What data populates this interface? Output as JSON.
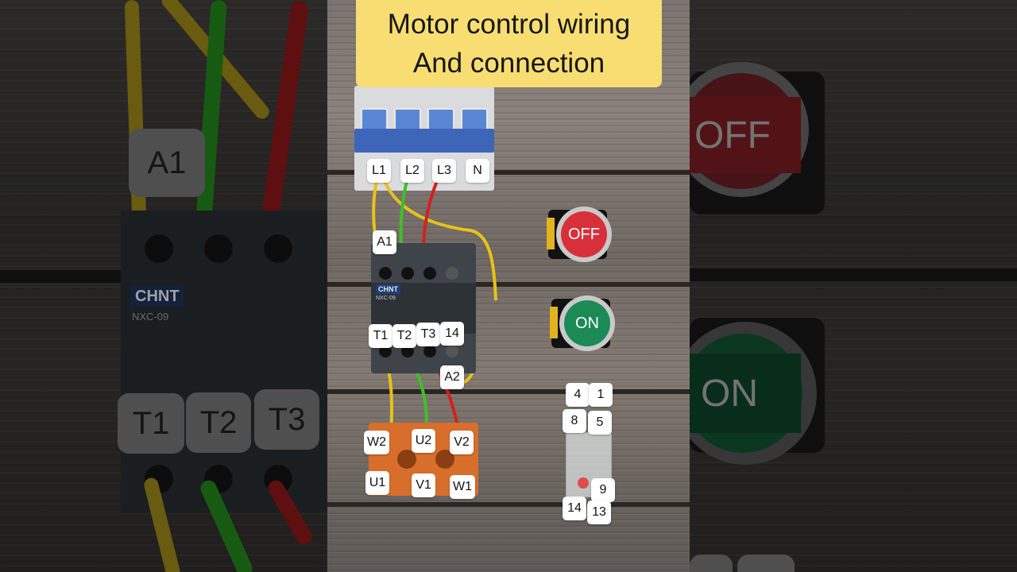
{
  "title": {
    "line1": "Motor control wiring",
    "line2": "And connection",
    "background_color": "#f7dd72"
  },
  "breaker_labels": [
    "L1",
    "L2",
    "L3",
    "N"
  ],
  "contactor": {
    "brand": "CHNT",
    "model": "NXC-09",
    "coil_labels": [
      "A1",
      "A2"
    ],
    "output_labels": [
      "T1",
      "T2",
      "T3",
      "14"
    ]
  },
  "motor_terminal_block": {
    "top_labels": [
      "W2",
      "U2",
      "V2"
    ],
    "bottom_labels": [
      "U1",
      "V1",
      "W1"
    ]
  },
  "push_buttons": {
    "off": {
      "label": "OFF",
      "color": "#d8303a"
    },
    "on": {
      "label": "ON",
      "color": "#1b8a55"
    }
  },
  "relay_labels": {
    "top": [
      "4",
      "1"
    ],
    "middle": [
      "8",
      "5"
    ],
    "bottom": [
      "9",
      "14",
      "13"
    ]
  },
  "left_panel_zoom": {
    "labels": [
      "A1",
      "T1",
      "T2",
      "T3"
    ],
    "brand": "CHNT",
    "model": "NXC-09"
  },
  "right_panel_zoom": {
    "labels": [
      "OFF",
      "ON"
    ]
  },
  "wire_colors": {
    "yellow": "#e6c21a",
    "green": "#3fbf2a",
    "red": "#d42020"
  }
}
